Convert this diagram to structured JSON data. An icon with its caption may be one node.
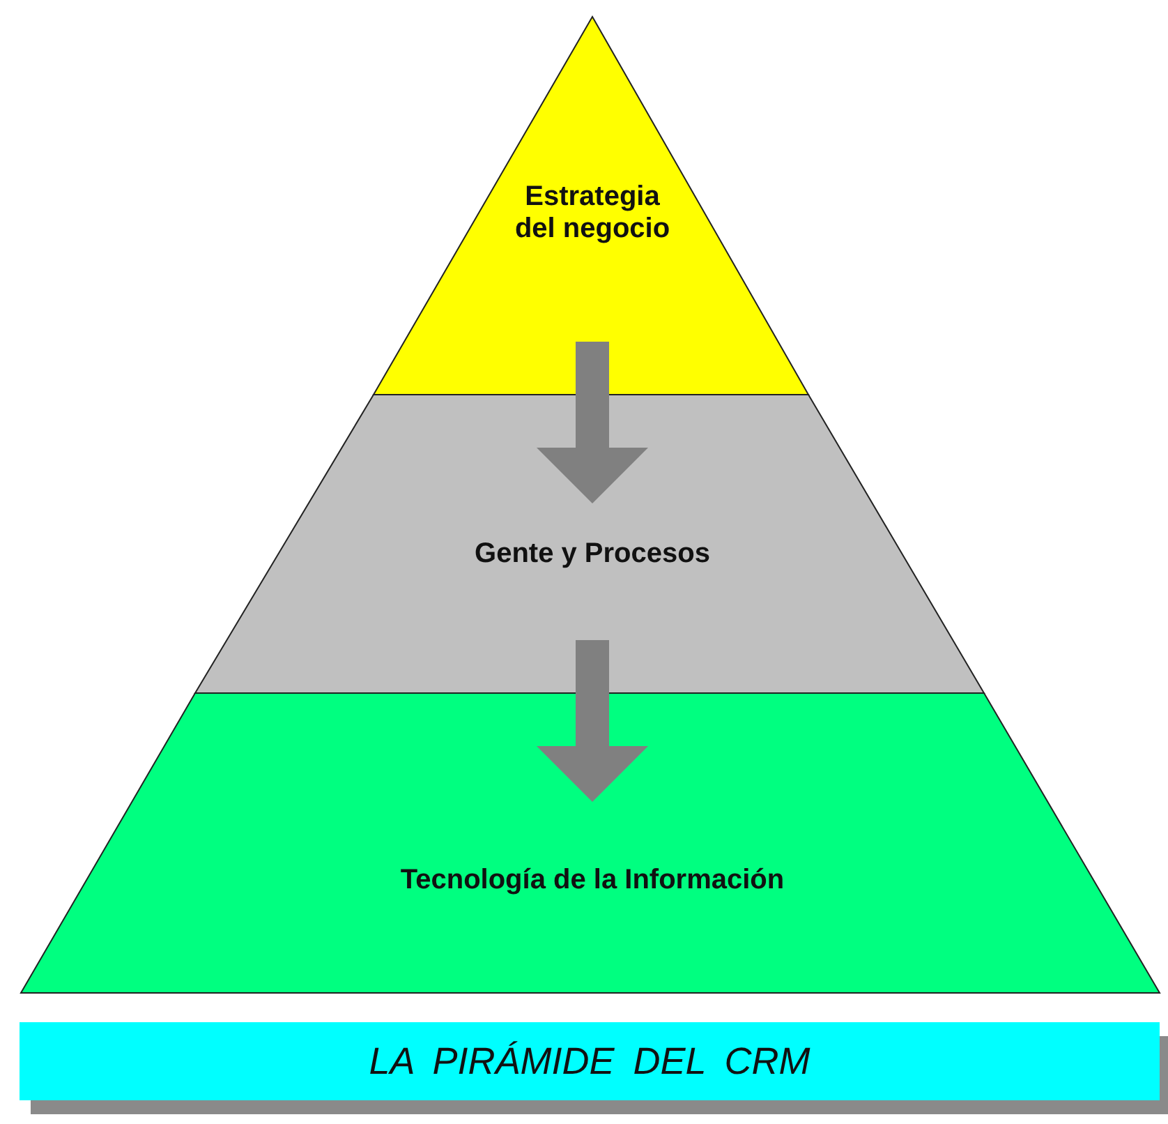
{
  "diagram": {
    "caption": "LA PIRÁMIDE DEL CRM",
    "nodes": [
      {
        "text": [
          "Estrategia del negocio"
        ]
      },
      {
        "text": [
          "Gente y Procesos"
        ]
      },
      {
        "text": [
          "Tecnología de la Información"
        ]
      }
    ],
    "edges": [
      {
        "from": 0,
        "to": 1,
        "arrow": "to"
      },
      {
        "from": 1,
        "to": 2,
        "arrow": "to"
      }
    ]
  }
}
